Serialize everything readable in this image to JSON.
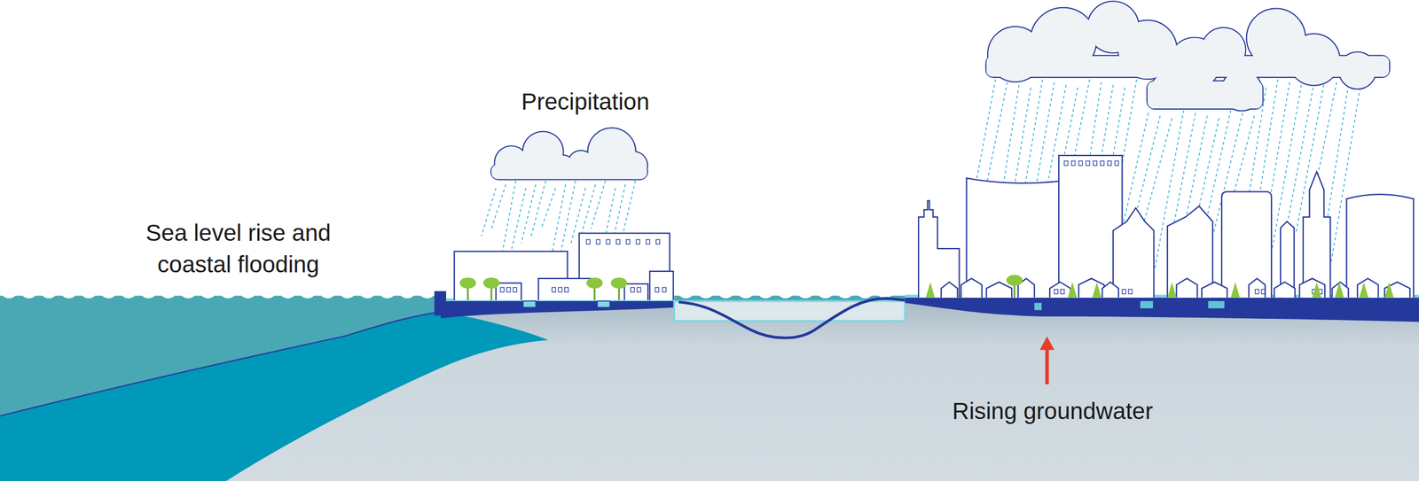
{
  "diagram": {
    "labels": [
      "Sea level rise and coastal flooding",
      "Precipitation",
      "Rising groundwater"
    ]
  }
}
